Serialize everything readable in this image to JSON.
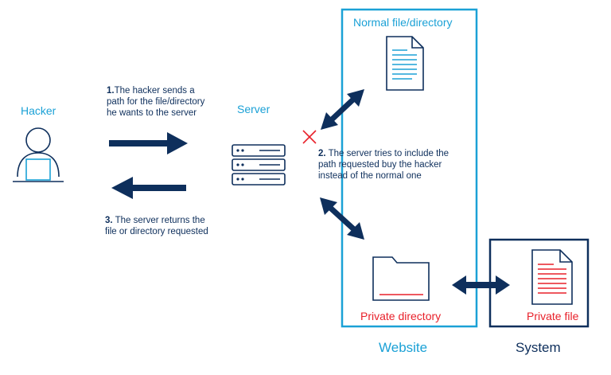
{
  "hacker_label": "Hacker",
  "server_label": "Server",
  "normal_file_label": "Normal file/directory",
  "private_directory_label": "Private directory",
  "private_file_label": "Private file",
  "website_label": "Website",
  "system_label": "System",
  "steps": [
    {
      "num": "1.",
      "text": "The hacker sends a\npath for the file/directory\nhe wants to the server"
    },
    {
      "num": "2.",
      "text": " The server tries to include the\npath requested buy the hacker\ninstead of the normal one"
    },
    {
      "num": "3.",
      "text": " The server returns the\nfile or directory requested"
    }
  ],
  "colors": {
    "navy": "#0e2f5c",
    "cyan": "#1ba1d6",
    "red": "#e8202a"
  }
}
